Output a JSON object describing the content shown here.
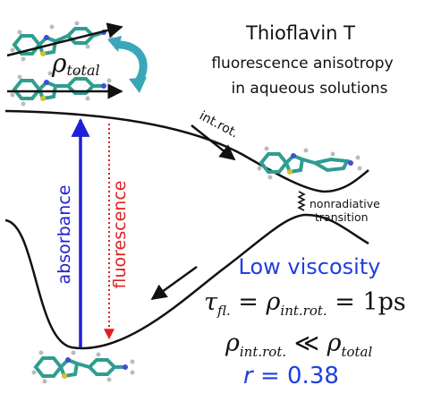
{
  "title": "Thioflavin T",
  "subtitle_line1": "fluorescence anisotropy",
  "subtitle_line2": "in aqueous solutions",
  "rho_total_label": {
    "symbol": "ρ",
    "sub": "total"
  },
  "int_rot_label": "int.rot.",
  "nonradiative_line1": "nonradiative",
  "nonradiative_line2": "transition",
  "absorbance_label": "absorbance",
  "fluorescence_label": "fluorescence",
  "low_viscosity": "Low viscosity",
  "equation1": {
    "tau": "τ",
    "tau_sub": "fl.",
    "eq1": " = ",
    "rho": "ρ",
    "rho_sub": "int.rot.",
    "eq2": " = 1ps"
  },
  "equation2": {
    "rho1": "ρ",
    "rho1_sub": "int.rot.",
    "op": " ≪ ",
    "rho2": "ρ",
    "rho2_sub": "total"
  },
  "r_value": {
    "symbol": "r",
    "eq": " = 0.38"
  },
  "colors": {
    "absorbance": "#1f1fd6",
    "fluorescence": "#e02020",
    "low_viscosity": "#1f3ee0",
    "rotate_arrow": "#3aa6b9",
    "molecule_carbon": "#2f9d8f",
    "molecule_nitrogen": "#3b4fd8",
    "molecule_sulfur": "#d6c222"
  }
}
